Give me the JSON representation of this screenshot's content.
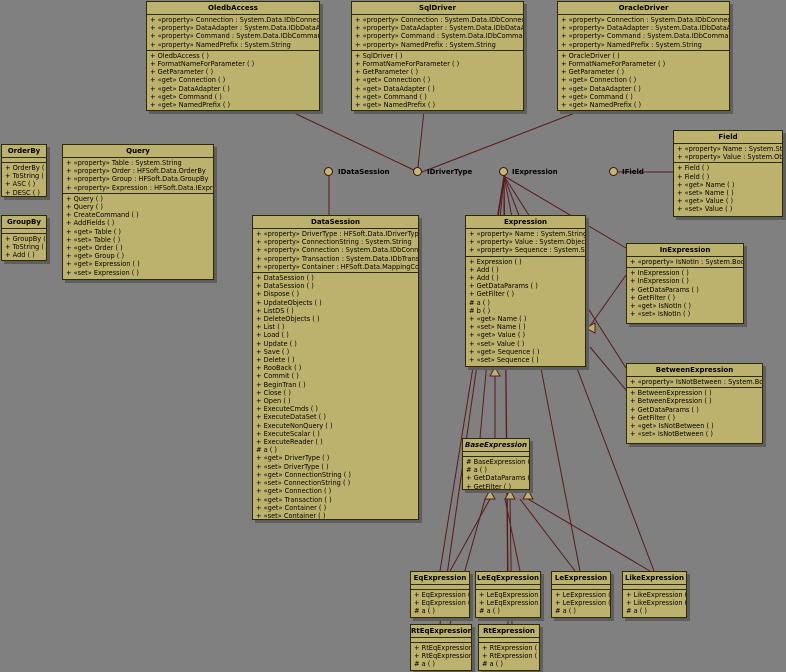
{
  "diagram": {
    "classes": [
      {
        "id": "oledb",
        "title": "OledbAccess",
        "attrs": [
          "+ «property» Connection : System.Data.IDbConnection",
          "+ «property» DataAdapter : System.Data.IDbDataAdapter",
          "+ «property» Command : System.Data.IDbCommand",
          "+ «property» NamedPrefix : System.String"
        ],
        "ops": [
          "+ OledbAccess ( )",
          "+ FormatNameForParameter ( )",
          "+ GetParameter ( )",
          "+ «get» Connection ( )",
          "+ «get» DataAdapter ( )",
          "+ «get» Command ( )",
          "+ «get» NamedPrefix ( )"
        ]
      },
      {
        "id": "sqldriver",
        "title": "SqlDriver",
        "attrs": [
          "+ «property» Connection : System.Data.IDbConnection",
          "+ «property» DataAdapter : System.Data.IDbDataAdapter",
          "+ «property» Command : System.Data.IDbCommand",
          "+ «property» NamedPrefix : System.String"
        ],
        "ops": [
          "+ SqlDriver ( )",
          "+ FormatNameForParameter ( )",
          "+ GetParameter ( )",
          "+ «get» Connection ( )",
          "+ «get» DataAdapter ( )",
          "+ «get» Command ( )",
          "+ «get» NamedPrefix ( )"
        ]
      },
      {
        "id": "oracle",
        "title": "OracleDriver",
        "attrs": [
          "+ «property» Connection : System.Data.IDbConnection",
          "+ «property» DataAdapter : System.Data.IDbDataAdapter",
          "+ «property» Command : System.Data.IDbCommand",
          "+ «property» NamedPrefix : System.String"
        ],
        "ops": [
          "+ OracleDriver ( )",
          "+ FormatNameForParameter ( )",
          "+ GetParameter ( )",
          "+ «get» Connection ( )",
          "+ «get» DataAdapter ( )",
          "+ «get» Command ( )",
          "+ «get» NamedPrefix ( )"
        ]
      },
      {
        "id": "orderby",
        "title": "OrderBy",
        "attrs": [],
        "ops": [
          "+ OrderBy ( )",
          "+ ToString ( )",
          "+ ASC ( )",
          "+ DESC ( )"
        ]
      },
      {
        "id": "groupby",
        "title": "GroupBy",
        "attrs": [],
        "ops": [
          "+ GroupBy ( )",
          "+ ToString ( )",
          "+ Add ( )"
        ]
      },
      {
        "id": "query",
        "title": "Query",
        "attrs": [
          "+ «property» Table : System.String",
          "+ «property» Order : HFSoft.Data.OrderBy",
          "+ «property» Group : HFSoft.Data.GroupBy",
          "+ «property» Expression : HFSoft.Data.IExpression"
        ],
        "ops": [
          "+ Query ( )",
          "+ Query ( )",
          "+ CreateCommand ( )",
          "+ AddFields ( )",
          "+ «get» Table ( )",
          "+ «set» Table ( )",
          "+ «get» Order ( )",
          "+ «get» Group ( )",
          "+ «get» Expression ( )",
          "+ «set» Expression ( )"
        ]
      },
      {
        "id": "field",
        "title": "Field",
        "attrs": [
          "+ «property» Name : System.String",
          "+ «property» Value : System.Object"
        ],
        "ops": [
          "+ Field ( )",
          "+ Field ( )",
          "+ «get» Name ( )",
          "+ «set» Name ( )",
          "+ «get» Value ( )",
          "+ «set» Value ( )"
        ]
      },
      {
        "id": "datasession",
        "title": "DataSession",
        "attrs": [
          "+ «property» DriverType : HFSoft.Data.IDriverType",
          "+ «property» ConnectionString : System.String",
          "+ «property» Connection : System.Data.IDbConnection",
          "+ «property» Transaction : System.Data.IDbTransaction",
          "+ «property» Container : HFSoft.Data.MappingContainer"
        ],
        "ops": [
          "+ DataSession ( )",
          "+ DataSession ( )",
          "+ Dispose ( )",
          "+ UpdateObjects ( )",
          "+ ListDS ( )",
          "+ DeleteObjects ( )",
          "+ List ( )",
          "+ Load ( )",
          "+ Update ( )",
          "+ Save ( )",
          "+ Delete ( )",
          "+ RooBack ( )",
          "+ Commit ( )",
          "+ BeginTran ( )",
          "+ Close ( )",
          "+ Open ( )",
          "+ ExecuteCmds ( )",
          "+ ExecuteDataSet ( )",
          "+ ExecuteNonQuery ( )",
          "+ ExecuteScalar ( )",
          "+ ExecuteReader ( )",
          "# a ( )",
          "+ «get» DriverType ( )",
          "+ «set» DriverType ( )",
          "+ «get» ConnectionString ( )",
          "+ «set» ConnectionString ( )",
          "+ «get» Connection ( )",
          "+ «get» Transaction ( )",
          "+ «get» Container ( )",
          "+ «set» Container ( )"
        ]
      },
      {
        "id": "expression",
        "title": "Expression",
        "attrs": [
          "+ «property» Name : System.String",
          "+ «property» Value : System.Object",
          "+ «property» Sequence : System.String"
        ],
        "ops": [
          "+ Expression ( )",
          "+ Add ( )",
          "+ Add ( )",
          "+ GetDataParams ( )",
          "+ GetFilter ( )",
          "# a ( )",
          "# b ( )",
          "+ «get» Name ( )",
          "+ «set» Name ( )",
          "+ «get» Value ( )",
          "+ «set» Value ( )",
          "+ «get» Sequence ( )",
          "+ «set» Sequence ( )"
        ]
      },
      {
        "id": "inexpression",
        "title": "InExpression",
        "attrs": [
          "+ «property» IsNotIn : System.Boolean"
        ],
        "ops": [
          "+ InExpression ( )",
          "+ InExpression ( )",
          "+ GetDataParams ( )",
          "+ GetFilter ( )",
          "+ «get» IsNotIn ( )",
          "+ «set» IsNotIn ( )"
        ]
      },
      {
        "id": "between",
        "title": "BetweenExpression",
        "attrs": [
          "+ «property» IsNotBetween : System.Boolean"
        ],
        "ops": [
          "+ BetweenExpression ( )",
          "+ BetweenExpression ( )",
          "+ GetDataParams ( )",
          "+ GetFilter ( )",
          "+ «get» IsNotBetween ( )",
          "+ «set» IsNotBetween ( )"
        ]
      },
      {
        "id": "baseexpr",
        "title": "BaseExpression",
        "italic": true,
        "attrs": [],
        "ops": [
          "# BaseExpression ( )",
          "# a ( )",
          "+ GetDataParams ( )",
          "+ GetFilter ( )"
        ]
      },
      {
        "id": "eq",
        "title": "EqExpression",
        "attrs": [],
        "ops": [
          "+ EqExpression ( )",
          "+ EqExpression ( )",
          "# a ( )"
        ]
      },
      {
        "id": "leeq",
        "title": "LeEqExpression",
        "attrs": [],
        "ops": [
          "+ LeEqExpression ( )",
          "+ LeEqExpression ( )",
          "# a ( )"
        ]
      },
      {
        "id": "le",
        "title": "LeExpression",
        "attrs": [],
        "ops": [
          "+ LeExpression ( )",
          "+ LeExpression ( )",
          "# a ( )"
        ]
      },
      {
        "id": "like",
        "title": "LikeExpression",
        "attrs": [],
        "ops": [
          "+ LikeExpression ( )",
          "+ LikeExpression ( )",
          "# a ( )"
        ]
      },
      {
        "id": "rteq",
        "title": "RtEqExpression",
        "attrs": [],
        "ops": [
          "+ RtEqExpression ( )",
          "+ RtEqExpression ( )",
          "# a ( )"
        ]
      },
      {
        "id": "rt",
        "title": "RtExpression",
        "attrs": [],
        "ops": [
          "+ RtExpression ( )",
          "+ RtExpression ( )",
          "# a ( )"
        ]
      }
    ],
    "interfaces": [
      {
        "id": "idatasession",
        "label": "IDataSession"
      },
      {
        "id": "idrivertype",
        "label": "IDriverType"
      },
      {
        "id": "iexpression",
        "label": "IExpression"
      },
      {
        "id": "ifield",
        "label": "IField"
      }
    ],
    "colors": {
      "background": "#808080",
      "class_fill": "#bdb26d",
      "border": "#2b2b00",
      "line": "#5a1a1a"
    }
  }
}
